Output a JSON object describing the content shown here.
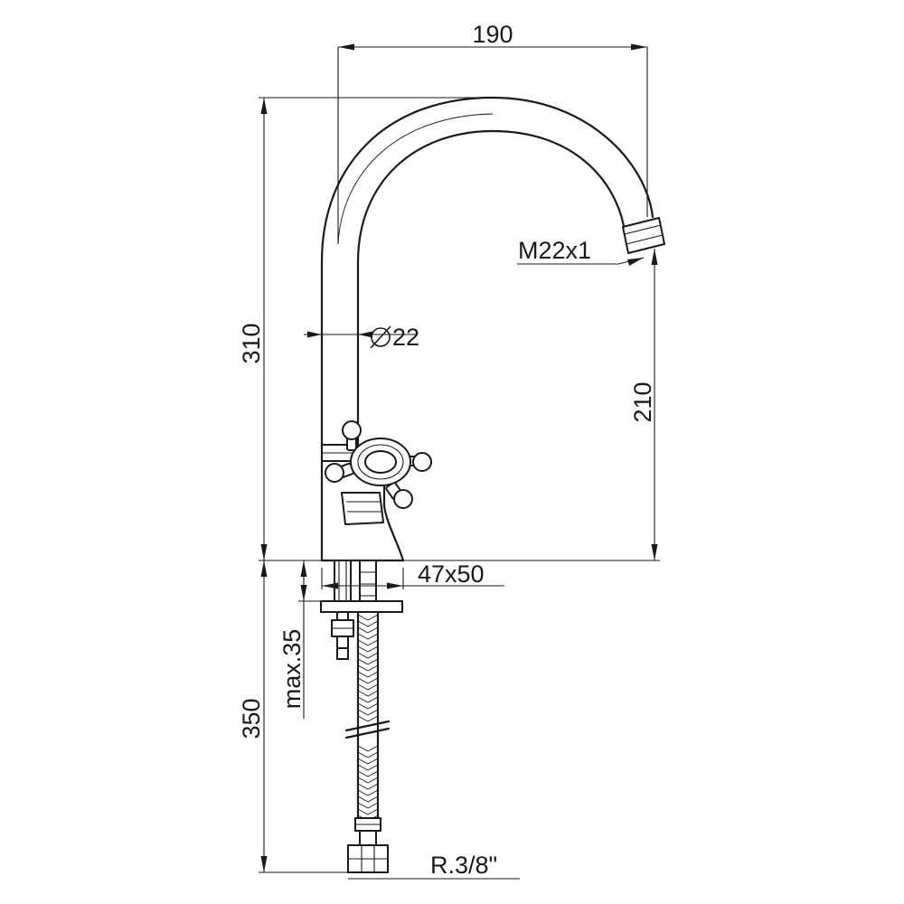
{
  "dimensions": {
    "width_top": "190",
    "height_total": "310",
    "spout_height": "210",
    "pipe_diameter": "22",
    "aerator_thread": "M22x1",
    "base": "47x50",
    "mount_thickness": "max.35",
    "hose_length": "350",
    "hose_thread": "R.3/8\""
  },
  "colors": {
    "stroke": "#1a1a1a",
    "background": "#ffffff"
  },
  "icons": {
    "diameter_symbol": "diameter-icon"
  }
}
